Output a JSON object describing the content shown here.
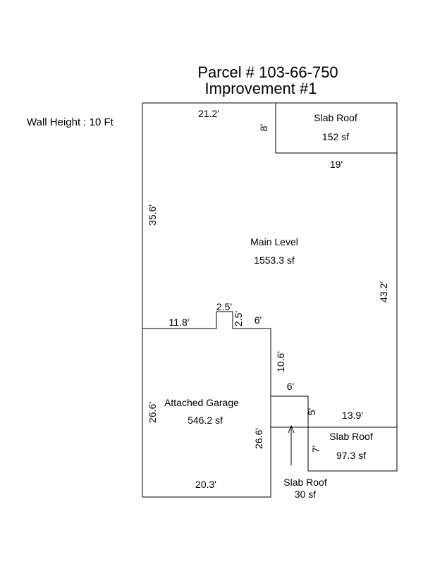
{
  "title": {
    "parcel": "Parcel # 103-66-750",
    "improvement": "Improvement #1"
  },
  "wall_height": "Wall Height : 10 Ft",
  "areas": {
    "main": {
      "name": "Main Level",
      "area": "1553.3 sf"
    },
    "slab_top": {
      "name": "Slab Roof",
      "area": "152 sf"
    },
    "garage": {
      "name": "Attached Garage",
      "area": "546.2 sf"
    },
    "slab_right": {
      "name": "Slab Roof",
      "area": "97.3 sf"
    },
    "slab_small": {
      "name": "Slab Roof",
      "area": "30 sf"
    }
  },
  "dimensions": {
    "top": "21.2'",
    "slab_top_side": "8'",
    "slab_top_bottom": "19'",
    "left_upper": "35.6'",
    "right": "43.2'",
    "garage_top_left": "11.8'",
    "notch_top": "2.5'",
    "notch_side": "2.5'",
    "garage_top_right": "6'",
    "garage_right_upper": "10.6'",
    "step_top": "6'",
    "step_side": "5'",
    "slab_right_top": "13.9'",
    "slab_right_side": "7'",
    "garage_left": "26.6'",
    "garage_right": "26.6'",
    "garage_bottom": "20.3'"
  }
}
